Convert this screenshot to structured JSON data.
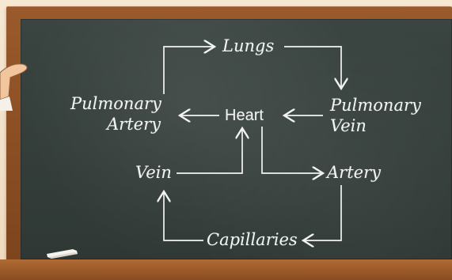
{
  "diagram": {
    "nodes": {
      "lungs": {
        "text": "Lungs"
      },
      "pulmonary_artery": {
        "line1": "Pulmonary",
        "line2": "Artery"
      },
      "heart": {
        "text": "Heart"
      },
      "pulmonary_vein": {
        "line1": "Pulmonary",
        "line2": "Vein"
      },
      "vein": {
        "text": "Vein"
      },
      "artery": {
        "text": "Artery"
      },
      "capillaries": {
        "text": "Capillaries"
      }
    },
    "edges": [
      {
        "from": "pulmonary_artery",
        "to": "lungs"
      },
      {
        "from": "lungs",
        "to": "pulmonary_vein"
      },
      {
        "from": "pulmonary_vein",
        "to": "heart"
      },
      {
        "from": "heart",
        "to": "pulmonary_artery"
      },
      {
        "from": "heart",
        "to": "artery"
      },
      {
        "from": "artery",
        "to": "capillaries"
      },
      {
        "from": "capillaries",
        "to": "vein"
      },
      {
        "from": "vein",
        "to": "heart"
      }
    ]
  },
  "colors": {
    "board": "#2f3835",
    "chalk": "#f2f4f1",
    "frame": "#8a4c22"
  },
  "decorations": {
    "chalk_piece_icon": "chalk-icon",
    "hand_icon": "hand-icon"
  }
}
